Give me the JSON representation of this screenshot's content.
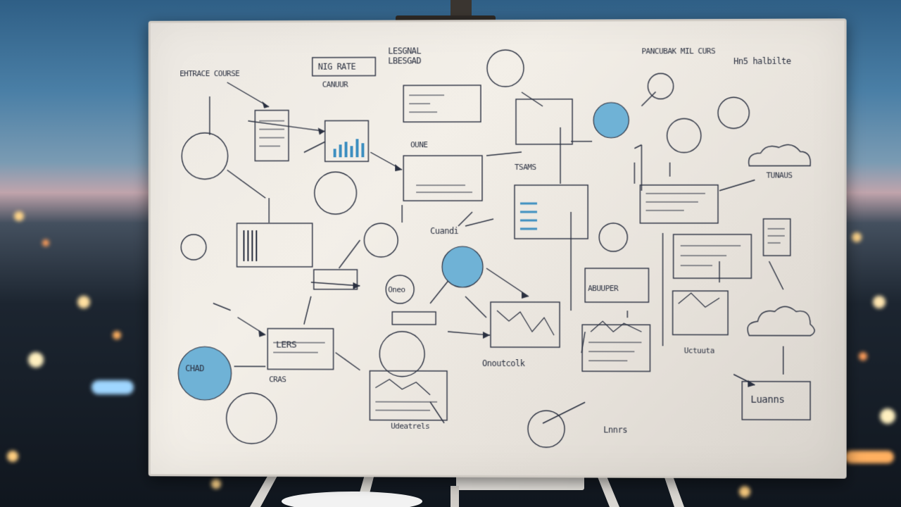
{
  "scene": {
    "colors": {
      "sky_top": "#2f5f86",
      "sky_glow": "#c0a4ac",
      "board": "#ece8e2",
      "ink": "#2a3040",
      "accent_blue": "#6fb2d6",
      "easel_wood": "#d9d6d1"
    },
    "board_scribbles": [
      "EHTRACE COURSE",
      "NIG RATE",
      "LESGNAL LBESGAD",
      "CANUUR",
      "PANCUBAK MIL CURS",
      "Hn5 halbilte",
      "OUNE",
      "TSAMS",
      "Cuandi",
      "TUNAUS",
      "Oneo",
      "CHAD",
      "LERS",
      "Onoutcolk",
      "ABUUPER",
      "Udeatrels",
      "CRAS",
      "Lnnrs",
      "Uctuuta",
      "Luanns"
    ]
  }
}
